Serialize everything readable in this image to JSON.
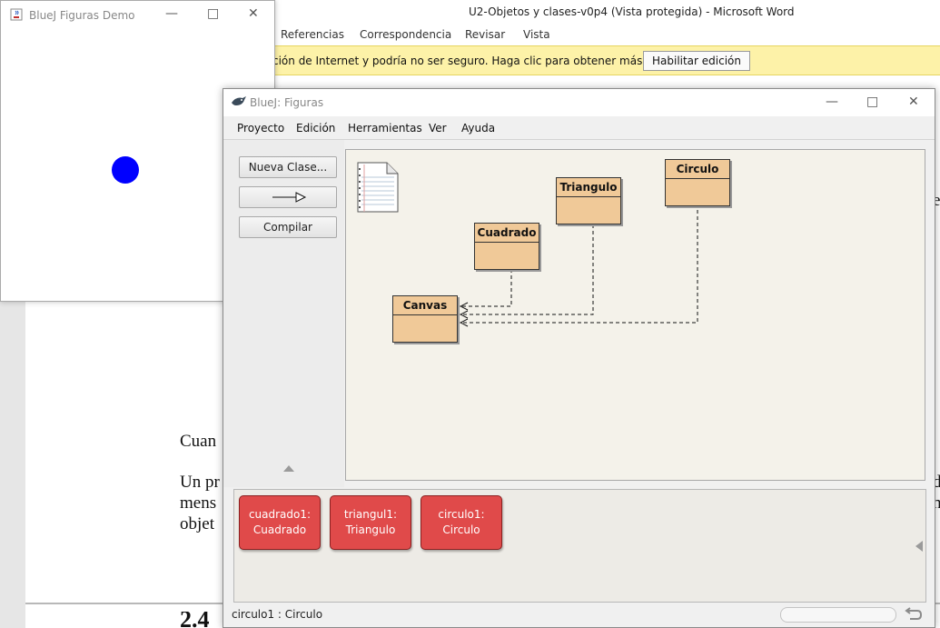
{
  "word": {
    "title": "U2-Objetos y clases-v0p4 (Vista protegida)  -  Microsoft Word",
    "ribbon_tabs": [
      "Referencias",
      "Correspondencia",
      "Revisar",
      "Vista"
    ],
    "message": "ción de Internet y podría no ser seguro. Haga clic para obtener más detalles.",
    "enable_button": "Habilitar edición",
    "doc_lines": [
      "Cuan",
      "Un pr",
      "mens",
      "objet",
      "d",
      "n",
      "e"
    ],
    "heading_fragment": "2.4"
  },
  "demo": {
    "title": "BlueJ Figuras Demo",
    "circle_color": "#0000ff",
    "icons": [
      "java-cup-icon",
      "minimize-icon",
      "maximize-icon",
      "close-icon"
    ]
  },
  "bluej": {
    "title": "BlueJ: Figuras",
    "menu": [
      "Proyecto",
      "Edición",
      "Herramientas",
      "Ver",
      "Ayuda"
    ],
    "buttons": {
      "new_class": "Nueva Clase...",
      "compile": "Compilar"
    },
    "classes": [
      {
        "name": "Circulo"
      },
      {
        "name": "Triangulo"
      },
      {
        "name": "Cuadrado"
      },
      {
        "name": "Canvas"
      }
    ],
    "class_color": "#f0c998",
    "objects": [
      {
        "name": "cuadrado1:",
        "type": "Cuadrado"
      },
      {
        "name": "triangul1:",
        "type": "Triangulo"
      },
      {
        "name": "circulo1:",
        "type": "Circulo"
      }
    ],
    "object_color": "#e04a4a",
    "status": "circulo1 : Circulo"
  }
}
